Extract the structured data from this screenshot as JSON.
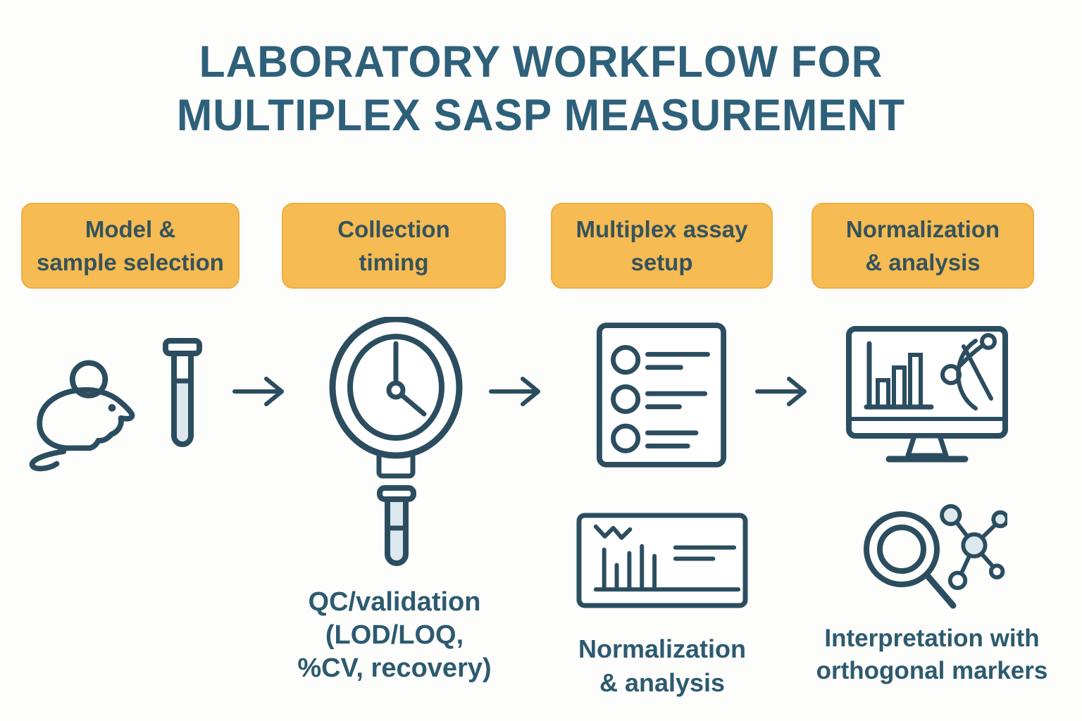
{
  "title": {
    "line1": "LABORATORY WORKFLOW FOR",
    "line2": "MULTIPLEX SASP MEASUREMENT"
  },
  "steps": [
    {
      "id": "model-sample-selection",
      "label_line1": "Model &",
      "label_line2": "sample selection"
    },
    {
      "id": "collection-timing",
      "label_line1": "Collection",
      "label_line2": "timing"
    },
    {
      "id": "multiplex-assay-setup",
      "label_line1": "Multiplex assay",
      "label_line2": "setup"
    },
    {
      "id": "normalization-analysis",
      "label_line1": "Normalization",
      "label_line2": "& analysis"
    }
  ],
  "captions": {
    "qc": {
      "line1": "QC/validation",
      "line2": "(LOD/LOQ,",
      "line3": "%CV, recovery)"
    },
    "normalization": {
      "line1": "Normalization",
      "line2": "& analysis"
    },
    "interpretation": {
      "line1": "Interpretation with",
      "line2": "orthogonal markers"
    }
  },
  "icons": [
    "mouse-icon",
    "test-tube-icon",
    "arrow-right-icon",
    "clock-magnifier-icon",
    "small-test-tube-icon",
    "checklist-icon",
    "arrow-right-icon",
    "monitor-bar-chart-icon",
    "signal-dish-icon",
    "spike-chart-card-icon",
    "magnifier-icon",
    "molecule-network-icon"
  ],
  "colors": {
    "background": "#fdfdfb",
    "title_text": "#2e607a",
    "box_fill": "#f6bb52",
    "box_border": "#eeae43",
    "box_text": "#35535c",
    "caption_text": "#2d5a6f",
    "icon_stroke": "#2b4d5f",
    "icon_fill_light": "#dce7ee"
  }
}
